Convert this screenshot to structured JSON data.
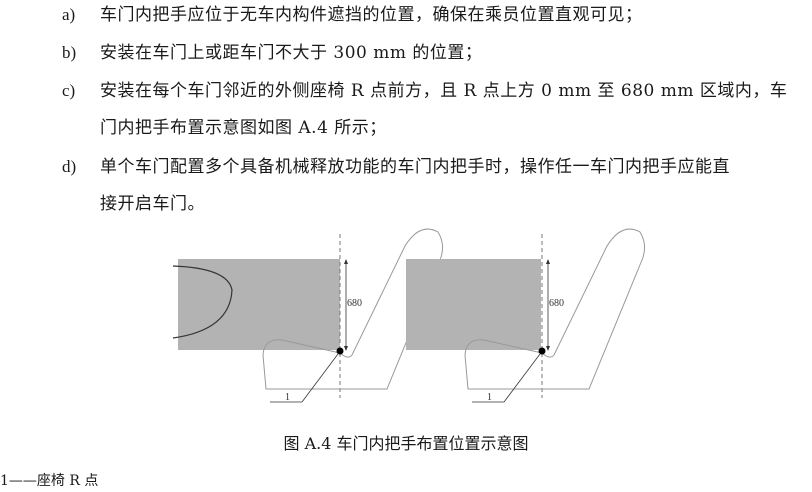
{
  "clauses": [
    {
      "label": "a)",
      "lines": [
        "车门内把手应位于无车内构件遮挡的位置，确保在乘员位置直观可见；"
      ]
    },
    {
      "label": "b)",
      "lines": [
        "安装在车门上或距车门不大于 300 mm 的位置；"
      ]
    },
    {
      "label": "c)",
      "lines": [
        "安装在每个车门邻近的外侧座椅 R 点前方，且 R 点上方 0 mm 至 680 mm 区域内，车",
        "门内把手布置示意图如图 A.4 所示；"
      ]
    },
    {
      "label": "d)",
      "lines": [
        "单个车门配置多个具备机械释放功能的车门内把手时，操作任一车门内把手应能直",
        "接开启车门。"
      ]
    }
  ],
  "figure": {
    "left_panel": {
      "dimension_label": "680",
      "leader_label": "1"
    },
    "right_panel": {
      "dimension_label": "680",
      "leader_label": "1"
    },
    "colors": {
      "zone_fill": "#b3b3b3",
      "outline": "#888888",
      "dashed": "#777777",
      "point": "#000000"
    }
  },
  "caption": "图 A.4  车门内把手布置位置示意图",
  "legend": "1——座椅 R 点"
}
